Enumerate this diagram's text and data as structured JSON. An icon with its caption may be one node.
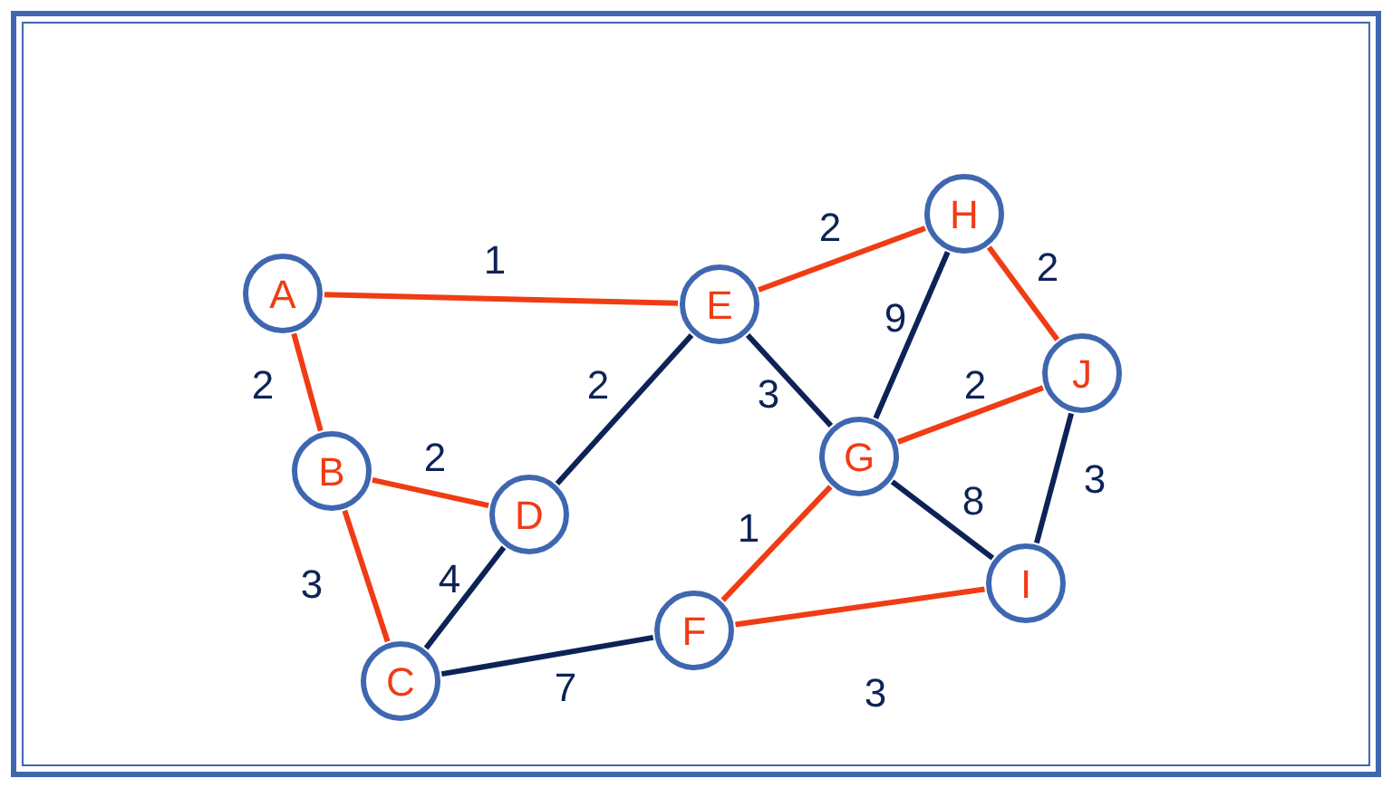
{
  "diagram": {
    "nodes": [
      {
        "text": [
          "A"
        ]
      },
      {
        "text": [
          "B"
        ]
      },
      {
        "text": [
          "C"
        ]
      },
      {
        "text": [
          "D"
        ]
      },
      {
        "text": [
          "E"
        ]
      },
      {
        "text": [
          "F"
        ]
      },
      {
        "text": [
          "G"
        ]
      },
      {
        "text": [
          "H"
        ]
      },
      {
        "text": [
          "I"
        ]
      },
      {
        "text": [
          "J"
        ]
      }
    ],
    "edges": [
      {
        "from": 0,
        "to": 4,
        "arrow": "none",
        "label": "1"
      },
      {
        "from": 0,
        "to": 1,
        "arrow": "none",
        "label": "2"
      },
      {
        "from": 1,
        "to": 3,
        "arrow": "none",
        "label": "2"
      },
      {
        "from": 1,
        "to": 2,
        "arrow": "none",
        "label": "3"
      },
      {
        "from": 3,
        "to": 2,
        "arrow": "none",
        "label": "4",
        "color": "#0d2357"
      },
      {
        "from": 3,
        "to": 4,
        "arrow": "none",
        "label": "2",
        "color": "#0d2357"
      },
      {
        "from": 2,
        "to": 5,
        "arrow": "none",
        "label": "7",
        "color": "#0d2357"
      },
      {
        "from": 4,
        "to": 7,
        "arrow": "none",
        "label": "2"
      },
      {
        "from": 4,
        "to": 6,
        "arrow": "none",
        "label": "3",
        "color": "#0d2357"
      },
      {
        "from": 7,
        "to": 6,
        "arrow": "none",
        "label": "9",
        "color": "#0d2357"
      },
      {
        "from": 7,
        "to": 9,
        "arrow": "none",
        "label": "2"
      },
      {
        "from": 6,
        "to": 9,
        "arrow": "none",
        "label": "2"
      },
      {
        "from": 6,
        "to": 5,
        "arrow": "none",
        "label": "1"
      },
      {
        "from": 6,
        "to": 8,
        "arrow": "none",
        "label": "8",
        "color": "#0d2357"
      },
      {
        "from": 9,
        "to": 8,
        "arrow": "none",
        "label": "3",
        "color": "#0d2357"
      },
      {
        "from": 5,
        "to": 8,
        "arrow": "none",
        "label": "3"
      }
    ]
  }
}
